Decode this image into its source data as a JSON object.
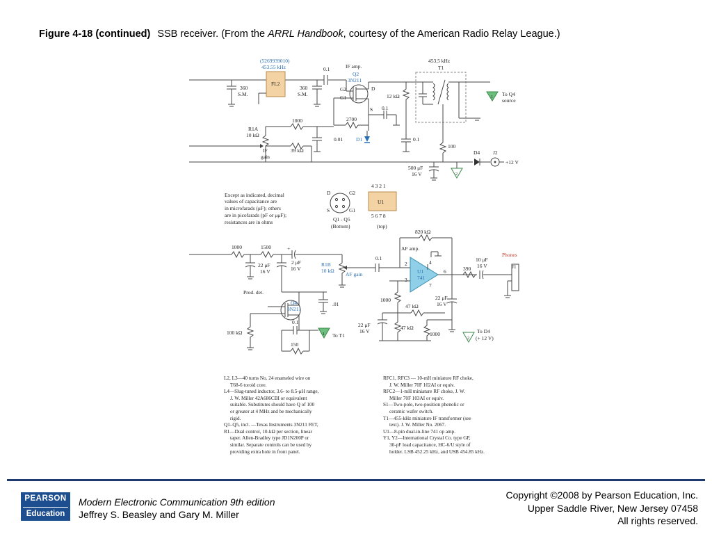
{
  "caption": {
    "figure_label": "Figure 4-18 (continued)",
    "text_before": "SSB receiver. (From the ",
    "text_italic": "ARRL Handbook",
    "text_after": ", courtesy of the American Radio Relay League.)"
  },
  "top_circuit": {
    "fl2_part": "(5269939010)",
    "fl2_freq": "453.55 kHz",
    "fl2_name": "FL2",
    "cap_in": "0.1",
    "if_amp": "IF amp.",
    "q2": "Q2",
    "q2_type": "3N211",
    "c360a_val": "360",
    "c360a_type": "S.M.",
    "c360b_val": "360",
    "c360b_type": "S.M.",
    "g2": "G2",
    "g1": "G1",
    "d": "D",
    "s": "S",
    "r12k": "12 kΩ",
    "c01b": "0.1",
    "t1_freq": "453.5 kHz",
    "t1": "T1",
    "to_q4": "To Q4",
    "source": "source",
    "tri1": "1",
    "r1000": "1000",
    "r2700": "2700",
    "r1a": "R1A",
    "r1a_val": "10 kΩ",
    "c001": "0.01",
    "d1": "D1",
    "c01c": "0.1",
    "r100": "100",
    "d4": "D4",
    "j2": "J2",
    "plus12": "+12 V",
    "if_gain_1": "IF",
    "if_gain_2": "gain",
    "r39k": "39 kΩ",
    "c500": "500 μF",
    "c500v": "16 V",
    "tri2": "2"
  },
  "middle": {
    "note_lines": [
      "Except as indicated, decimal",
      "values of capacitance are",
      "in microfarads (μF); others",
      "are in picofarads (pF or μμF);",
      "resistances are in ohms"
    ],
    "pin_d": "D",
    "pin_g2": "G2",
    "pin_s": "S",
    "pin_g1": "G1",
    "q_label": "Q1 - Q5",
    "q_bottom": "(Bottom)",
    "pins_top": "4  3  2  1",
    "u1": "U1",
    "pins_bot": "5  6  7  8",
    "top": "(top)"
  },
  "bottom_circuit": {
    "r820k": "820 kΩ",
    "af_amp": "AF amp.",
    "r1000a": "1000",
    "r1500": "1500",
    "plus_a": "+",
    "c22": "22 μF",
    "c22v": "16 V",
    "c2": "2 μF",
    "c2v": "16 V",
    "r1b": "R1B",
    "r1b_val": "10 kΩ",
    "af_gain": "AF gain",
    "c01": "0.1",
    "pin2": "2",
    "pin3": "3",
    "pin4": "4",
    "pin6": "6",
    "pin7": "7",
    "u1": "U1",
    "u1_type": "741",
    "r390": "390",
    "c10": "10 μF",
    "c10v": "16 V",
    "phones": "Phones",
    "j1": "J1",
    "prod_det": "Prod. det.",
    "q4": "Q4",
    "q4_type": "3N211",
    "c01e": ".01",
    "r1000b": "1000",
    "r47ka": "47 kΩ",
    "c22b": "22 μF",
    "c22bv": "16 V",
    "r100k": "100 kΩ",
    "c01d": "0.1",
    "tri1": "1",
    "to_t1": "To T1",
    "r150": "150",
    "c22c": "22 μF",
    "c22cv": "16 V",
    "r47kb": "47 kΩ",
    "r1000c": "1000",
    "tri2": "2",
    "to_d4": "To D4",
    "plus12": "(+ 12 V)"
  },
  "notes_left": [
    "L2, L3—40 turns No. 24 enameled wire on",
    "T68-6 toroid core.",
    "L4—Slug-tuned inductor, 3.6- to 8.5-μH range,",
    "J. W. Miller 42A686CBI or equivalent",
    "suitable. Substitutes should have Q of 100",
    "or greater at 4 MHz and be mechanically",
    "rigid.",
    "Q1–Q5, incl. —Texas Instruments 3N211 FET,",
    "R1—Dual control, 10-kΩ per section, linear",
    "taper. Allen-Bradley type JD1N200P or",
    "similar. Separate controls can be used by",
    "providing extra hole in front panel."
  ],
  "notes_right": [
    "RFC1, RFC3 — 10-mH miniature RF choke,",
    "J. W. Miller 70F 102AI or equiv.",
    "RFC2—1-mH miniature RF choke, J. W.",
    "Miller 70F 103AI or equiv.",
    "S1—Two-pole, two-position phenolic or",
    "ceramic wafer switch.",
    "T1—455-kHz miniature IF transformer (see",
    "text). J. W. Miller No. 2067.",
    "U1—8-pin dual-in-line 741 op amp.",
    "Y1, Y2—International Crystal Co. type GP,",
    "30-pF load capacitance, HC-6/U style of",
    "holder. LSB 452.25 kHz, and USB 454.85 kHz."
  ],
  "footer": {
    "logo_top": "PEARSON",
    "logo_bottom": "Education",
    "book_title": "Modern Electronic Communication 9th edition",
    "authors": "Jeffrey S. Beasley and Gary M. Miller",
    "copyright_1": "Copyright ©2008 by Pearson Education, Inc.",
    "copyright_2": "Upper Saddle River, New Jersey 07458",
    "copyright_3": "All rights reserved."
  }
}
